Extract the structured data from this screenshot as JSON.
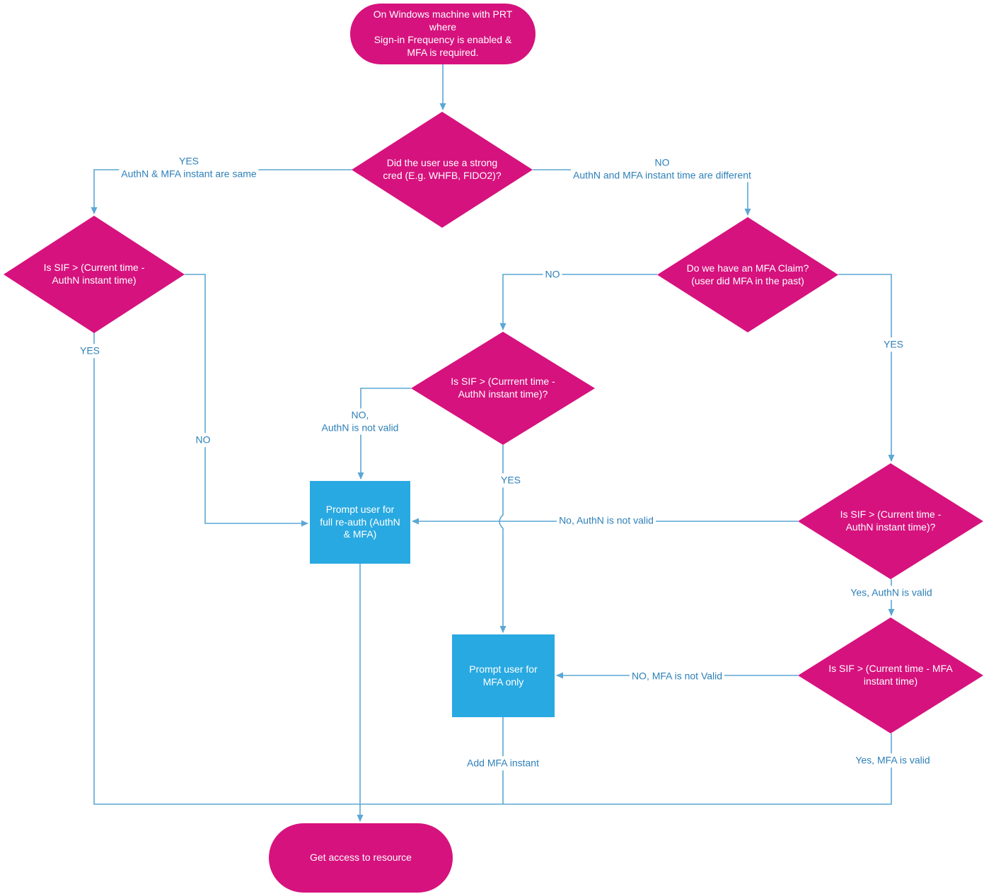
{
  "colors": {
    "pink": "#d6127e",
    "blue": "#29a9e1",
    "line": "#5ba7d4",
    "label": "#2e80b8",
    "bg": "#ffffff"
  },
  "nodes": {
    "start": "On Windows machine with PRT\nwhere\nSign-in Frequency is enabled &\nMFA is required.",
    "strong_cred": "Did the user use a strong\ncred (E.g. WHFB, FIDO2)?",
    "sif_authn_left": "Is SIF > (Current time -\nAuthN instant time)",
    "mfa_claim": "Do we have an MFA Claim?\n(user did MFA in the past)",
    "sif_authn_mid": "Is SIF > (Currrent time -\nAuthN instant time)?",
    "full_reauth": "Prompt user for\nfull re-auth (AuthN\n& MFA)",
    "sif_authn_right": "Is SIF > (Current time -\nAuthN instant time)?",
    "sif_mfa": "Is SIF > (Current time - MFA\ninstant time)",
    "mfa_only": "Prompt user for\nMFA only",
    "end": "Get access to resource"
  },
  "edge_labels": {
    "yes_same": "YES\nAuthN & MFA instant are same",
    "no_different": "NO\nAuthN and MFA instant time are different",
    "yes_left": "YES",
    "no_left": "NO",
    "no_claim": "NO",
    "yes_claim": "YES",
    "no_authn_invalid_mid": "NO,\nAuthN is not valid",
    "yes_mid": "YES",
    "no_authn_invalid_right": "No, AuthN is not valid",
    "yes_authn_valid": "Yes, AuthN is valid",
    "no_mfa_invalid": "NO, MFA is not Valid",
    "yes_mfa_valid": "Yes, MFA is valid",
    "add_mfa_instant": "Add MFA instant"
  }
}
